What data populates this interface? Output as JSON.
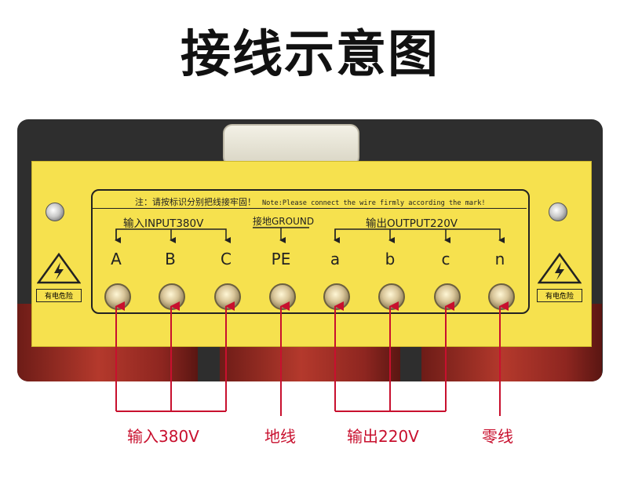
{
  "title": "接线示意图",
  "plate": {
    "note_cn": "注：请按标识分别把线接牢固！",
    "note_en": "Note:Please connect the wire firmly according the mark!",
    "groups": {
      "input": "输入INPUT380V",
      "ground": "接地GROUND",
      "output": "输出OUTPUT220V"
    },
    "terminals": [
      "A",
      "B",
      "C",
      "PE",
      "a",
      "b",
      "c",
      "n"
    ],
    "warning_label": "有电危险"
  },
  "bottom_labels": {
    "input": "输入380V",
    "ground": "地线",
    "output": "输出220V",
    "neutral": "零线"
  },
  "colors": {
    "plate": "#f6e14e",
    "wire": "#c8102e",
    "accent": "#c8102e"
  }
}
